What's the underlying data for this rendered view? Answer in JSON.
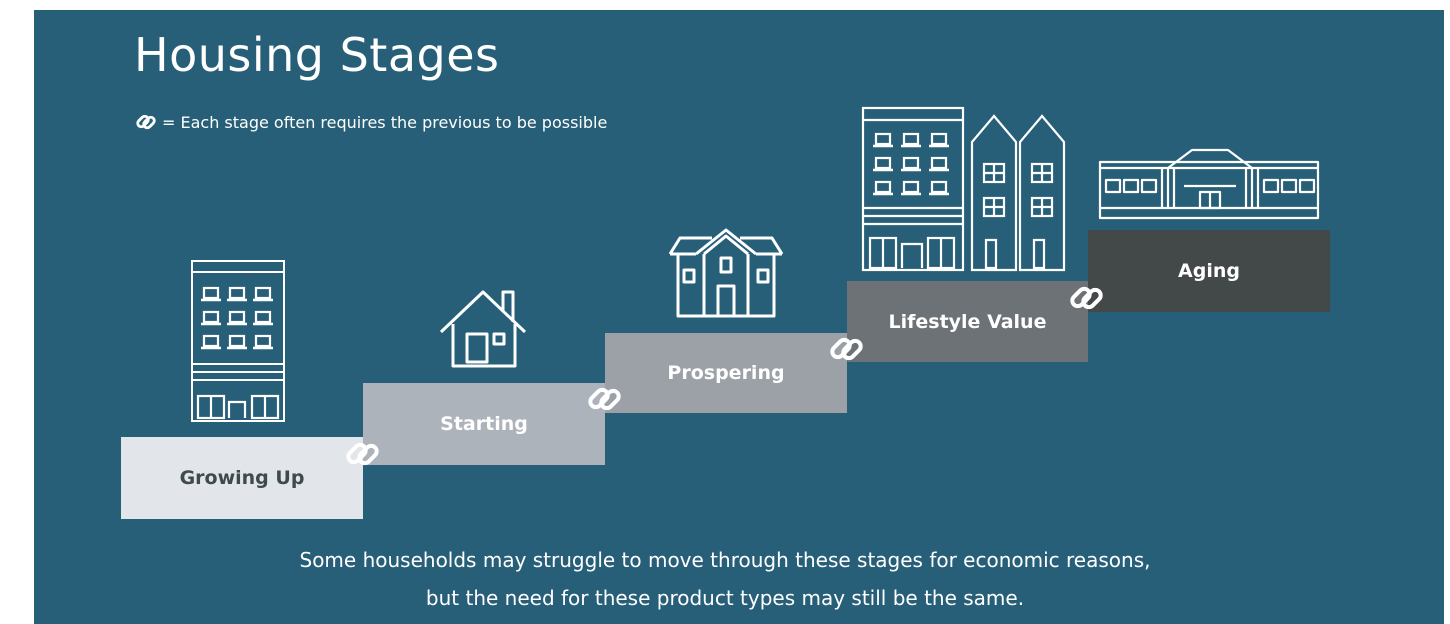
{
  "title": "Housing Stages",
  "legend": {
    "icon": "chain-link-icon",
    "text": "= Each stage often requires the previous to be possible"
  },
  "stages": [
    {
      "label": "Growing Up",
      "icon": "apartment-building-icon",
      "color": "#e2e5e9",
      "text_color": "#3f4a4f"
    },
    {
      "label": "Starting",
      "icon": "small-house-icon",
      "color": "#adb3ba",
      "text_color": "#ffffff"
    },
    {
      "label": "Prospering",
      "icon": "family-house-icon",
      "color": "#9ca1a7",
      "text_color": "#ffffff"
    },
    {
      "label": "Lifestyle Value",
      "icon": "apartment-and-townhouses-icon",
      "color": "#6d7276",
      "text_color": "#ffffff"
    },
    {
      "label": "Aging",
      "icon": "senior-living-building-icon",
      "color": "#434849",
      "text_color": "#ffffff"
    }
  ],
  "footer": {
    "line1": "Some households may struggle to move through these stages for economic reasons,",
    "line2": "but the need for these product types may still be the same."
  },
  "colors": {
    "background": "#275f78",
    "line_art": "#ffffff"
  }
}
